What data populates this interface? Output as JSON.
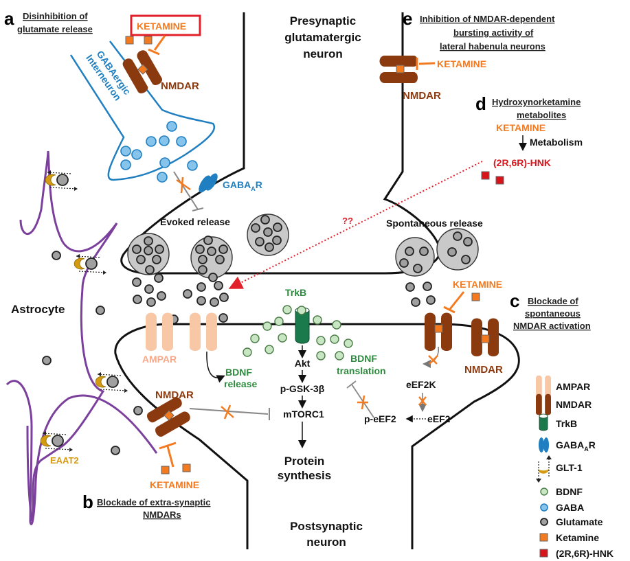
{
  "panels": {
    "a": {
      "letter": "a",
      "heading": [
        "Disinhibition of",
        "glutamate release"
      ]
    },
    "b": {
      "letter": "b",
      "heading": [
        "Blockade of extra-synaptic",
        "NMDARs"
      ]
    },
    "c": {
      "letter": "c",
      "heading": [
        "Blockade of",
        "spontaneous",
        "NMDAR activation"
      ]
    },
    "d": {
      "letter": "d",
      "heading": [
        "Hydroxynorketamine",
        "metabolites"
      ]
    },
    "e": {
      "letter": "e",
      "heading": [
        "Inhibition of NMDAR-dependent",
        "bursting activity of",
        "lateral habenula neurons"
      ]
    }
  },
  "labels": {
    "presynaptic": [
      "Presynaptic",
      "glutamatergic",
      "neuron"
    ],
    "postsynaptic": [
      "Postsynaptic",
      "neuron"
    ],
    "astrocyte": "Astrocyte",
    "gaba_interneuron": [
      "GABAergic",
      "Interneuron"
    ],
    "ketamine": "KETAMINE",
    "nmdar": "NMDAR",
    "ampar": "AMPAR",
    "gabaar_main": "GABA",
    "gabaar_sub": "A",
    "gabaar_tail": "R",
    "evoked_release": "Evoked release",
    "spontaneous_release": "Spontaneous release",
    "trkb": "TrkB",
    "bdnf_release": [
      "BDNF",
      "release"
    ],
    "bdnf_translation": [
      "BDNF",
      "translation"
    ],
    "eaat2": "EAAT2",
    "metabolism": "Metabolism",
    "hnk": "(2R,6R)-HNK",
    "unknown_link": "??"
  },
  "pathway": {
    "akt": "Akt",
    "gsk": "p-GSK-3β",
    "mtorc1": "mTORC1",
    "protein_synthesis": [
      "Protein",
      "synthesis"
    ],
    "eef2k": "eEF2K",
    "peef2": "p-eEF2",
    "eef2": "eEF2"
  },
  "legend": [
    {
      "icon": "ampar",
      "label": "AMPAR"
    },
    {
      "icon": "nmdar",
      "label": "NMDAR"
    },
    {
      "icon": "trkb",
      "label": "TrkB"
    },
    {
      "icon": "gabaar",
      "label": "GABAAR"
    },
    {
      "icon": "glt1",
      "label": "GLT-1"
    },
    {
      "icon": "bdnf",
      "label": "BDNF"
    },
    {
      "icon": "gaba",
      "label": "GABA"
    },
    {
      "icon": "glutamate",
      "label": "Glutamate"
    },
    {
      "icon": "ketamine",
      "label": "Ketamine"
    },
    {
      "icon": "hnk",
      "label": "(2R,6R)-HNK"
    }
  ],
  "colors": {
    "ketamine": "#f47a20",
    "nmdar": "#8b3a0f",
    "ampar": "#f7c7a6",
    "trkb": "#1a7a4c",
    "gaba": "#1f7fc0",
    "bdnf": "#c9e6c4",
    "glutamate": "#a0a0a0",
    "astrocyte": "#7b3f9c",
    "glt1": "#d39a12",
    "hnk": "#d8141b",
    "highlight_box": "#e2202a"
  }
}
